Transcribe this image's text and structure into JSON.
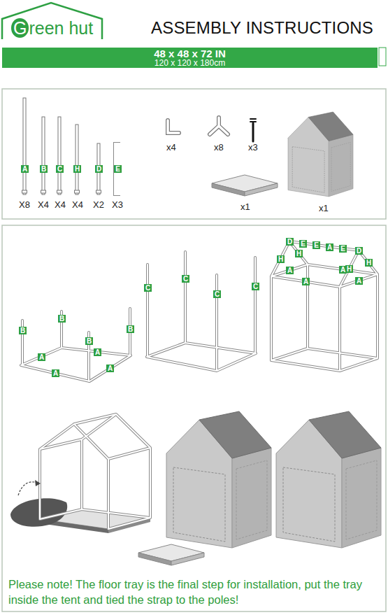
{
  "diagram": {
    "title": "ASSEMBLY INSTRUCTIONS",
    "caption": "Please note! The floor tray is the final step for installation, put the tray inside the tent and tied the strap to the poles!",
    "nodes": [
      {
        "text": [
          "48 x 48 x 72 IN",
          "120 x 120 x 180cm"
        ]
      }
    ],
    "labels": [
      "Green hut",
      "A",
      "B",
      "C",
      "H",
      "D",
      "E",
      "X8",
      "X4",
      "X4",
      "X4",
      "X2",
      "X3",
      "x4",
      "x8",
      "x3",
      "x1",
      "x1",
      "B",
      "B",
      "B",
      "B",
      "A",
      "A",
      "A",
      "A",
      "C",
      "C",
      "C",
      "C",
      "D",
      "E",
      "E",
      "A",
      "E",
      "D",
      "H",
      "H",
      "H",
      "H",
      "A",
      "A",
      "A",
      "A"
    ]
  }
}
